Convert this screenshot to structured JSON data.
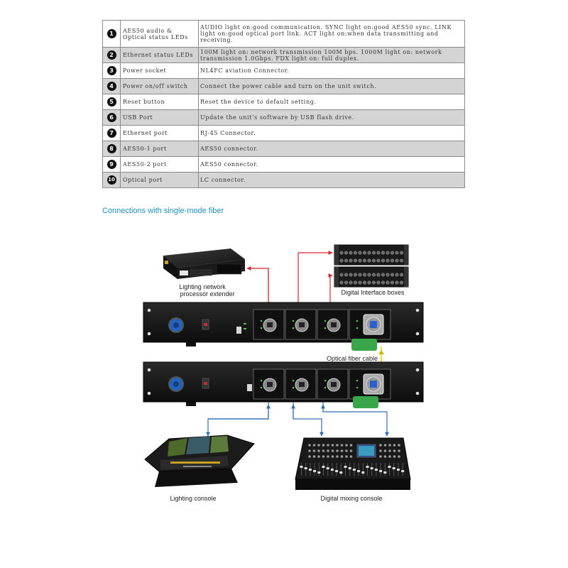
{
  "table": {
    "rows": [
      {
        "num": "1",
        "name": "AES50 audio & Optical status LEDs",
        "desc": "AUDIO light on:good communication. SYNC light on:good AES50 sync. LINK light on:good optical port link. ACT light on:when data transmitting and receiving."
      },
      {
        "num": "2",
        "name": "Ethernet status LEDs",
        "desc": "100M light on: network transmission 100M bps. 1000M light on: network transmission 1.0Gbps. FDX light on: full duplex."
      },
      {
        "num": "3",
        "name": "Power socket",
        "desc": "NL4FC aviation Connector."
      },
      {
        "num": "4",
        "name": "Power on/off switch",
        "desc": "Connect the power cable and turn on the unit switch."
      },
      {
        "num": "5",
        "name": "Reset button",
        "desc": "Reset the device to default setting."
      },
      {
        "num": "6",
        "name": "USB Port",
        "desc": "Update the unit’s software by USB flash drive."
      },
      {
        "num": "7",
        "name": "Ethernet port",
        "desc": "RJ-45 Connector."
      },
      {
        "num": "8",
        "name": "AES50-1 port",
        "desc": "AES50 connector."
      },
      {
        "num": "9",
        "name": "AES50-2 port",
        "desc": "AES50 connector."
      },
      {
        "num": "10",
        "name": "Optical port",
        "desc": "LC connector."
      }
    ]
  },
  "section": {
    "heading": "Connections with single-mode fiber"
  },
  "diagram": {
    "labels": {
      "processor_line1": "Lighting network",
      "processor_line2": "processor extender",
      "interface_boxes": "Digital Interface boxes",
      "fiber": "Optical fiber cable",
      "lighting_console": "Lighting console",
      "mixing_console": "Digital mixing console"
    },
    "colors": {
      "red": "#d9262c",
      "blue": "#2f6fb3",
      "fiber": "#e8e030",
      "accent": "#1f8fc0"
    }
  }
}
